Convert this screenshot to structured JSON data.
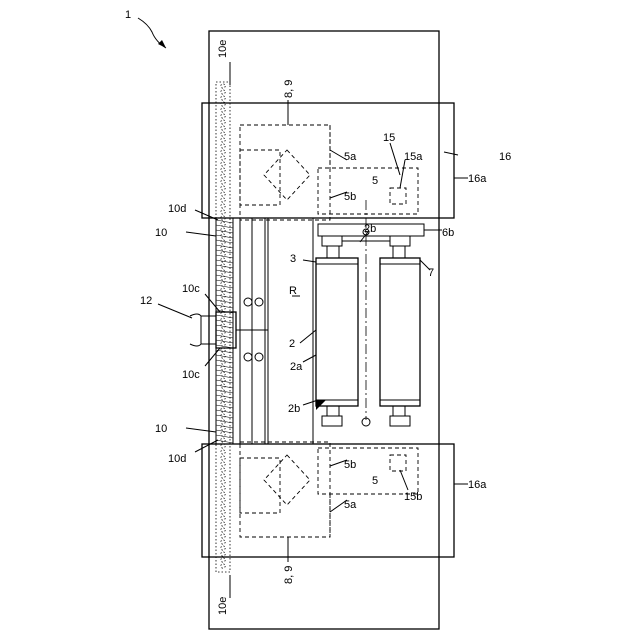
{
  "figure": {
    "label_1": "1",
    "label_2": "2",
    "label_2a": "2a",
    "label_2b_top": "2b",
    "label_2b_bottom": "2b",
    "label_3": "3",
    "label_5_top": "5",
    "label_5_bottom": "5",
    "label_5a_top": "5a",
    "label_5a_bottom": "5a",
    "label_5b_top": "5b",
    "label_5b_bottom": "5b",
    "label_6b": "6b",
    "label_7": "7",
    "label_89_top": "8, 9",
    "label_89_bottom": "8, 9",
    "label_10_top": "10",
    "label_10_bottom": "10",
    "label_10c_top": "10c",
    "label_10c_bottom": "10c",
    "label_10d_top": "10d",
    "label_10d_bottom": "10d",
    "label_10e_top": "10e",
    "label_10e_bottom": "10e",
    "label_12": "12",
    "label_15": "15",
    "label_15a": "15a",
    "label_15b": "15b",
    "label_16": "16",
    "label_16a_top": "16a",
    "label_16a_bottom": "16a",
    "label_R": "R"
  }
}
